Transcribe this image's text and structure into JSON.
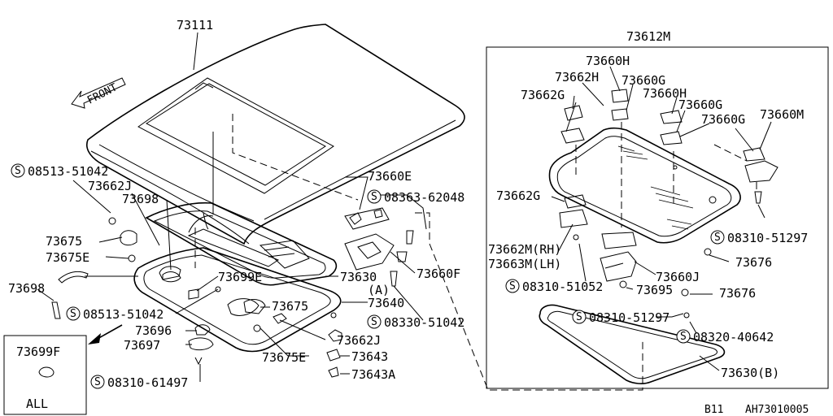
{
  "title": "",
  "front_label": "FRONT",
  "inset": {
    "label": "73699F",
    "caption": "ALL"
  },
  "box_title": "73612M",
  "part_labels": [
    {
      "id": "p73111",
      "text": "73111"
    },
    {
      "id": "b08513a",
      "text": "08513-51042",
      "circled": true
    },
    {
      "id": "p73662J_a",
      "text": "73662J"
    },
    {
      "id": "p73698_a",
      "text": "73698"
    },
    {
      "id": "p73675_a",
      "text": "73675"
    },
    {
      "id": "p73675E_a",
      "text": "73675E"
    },
    {
      "id": "p73698_b",
      "text": "73698"
    },
    {
      "id": "p73699E",
      "text": "73699E"
    },
    {
      "id": "b08513b",
      "text": "08513-51042",
      "circled": true
    },
    {
      "id": "p73675_b",
      "text": "73675"
    },
    {
      "id": "p73696",
      "text": "73696"
    },
    {
      "id": "p73697",
      "text": "73697"
    },
    {
      "id": "p73675E_b",
      "text": "73675E"
    },
    {
      "id": "b08310c",
      "text": "08310-61497",
      "circled": true
    },
    {
      "id": "p73660E",
      "text": "73660E"
    },
    {
      "id": "b08363",
      "text": "08363-62048",
      "circled": true
    },
    {
      "id": "p73660F",
      "text": "73660F"
    },
    {
      "id": "p73630",
      "text": "73630"
    },
    {
      "id": "pA",
      "text": "(A)"
    },
    {
      "id": "p73640",
      "text": "73640"
    },
    {
      "id": "b08330",
      "text": "08330-51042",
      "circled": true
    },
    {
      "id": "p73662J_b",
      "text": "73662J"
    },
    {
      "id": "p73643",
      "text": "73643"
    },
    {
      "id": "p73643A",
      "text": "73643A"
    },
    {
      "id": "p73660H_a",
      "text": "73660H"
    },
    {
      "id": "p73662H",
      "text": "73662H"
    },
    {
      "id": "p73660G_a",
      "text": "73660G"
    },
    {
      "id": "p73662G_a",
      "text": "73662G"
    },
    {
      "id": "p73660H_b",
      "text": "73660H"
    },
    {
      "id": "p73660G_b",
      "text": "73660G"
    },
    {
      "id": "p73660G_c",
      "text": "73660G"
    },
    {
      "id": "p73660M",
      "text": "73660M"
    },
    {
      "id": "p73662G_b",
      "text": "73662G"
    },
    {
      "id": "b08310a",
      "text": "08310-51297",
      "circled": true
    },
    {
      "id": "p73662M",
      "text": "73662M(RH)"
    },
    {
      "id": "p73663M",
      "text": "73663M(LH)"
    },
    {
      "id": "p73676_a",
      "text": "73676"
    },
    {
      "id": "b08310b",
      "text": "08310-51052",
      "circled": true
    },
    {
      "id": "p73660J",
      "text": "73660J"
    },
    {
      "id": "p73695",
      "text": "73695"
    },
    {
      "id": "p73676_b",
      "text": "73676"
    },
    {
      "id": "b08310d",
      "text": "08310-51297",
      "circled": true
    },
    {
      "id": "b08320",
      "text": "08320-40642",
      "circled": true
    },
    {
      "id": "p73630B",
      "text": "73630(B)"
    }
  ],
  "footer": {
    "model": "B11",
    "code": "AH73010005"
  }
}
